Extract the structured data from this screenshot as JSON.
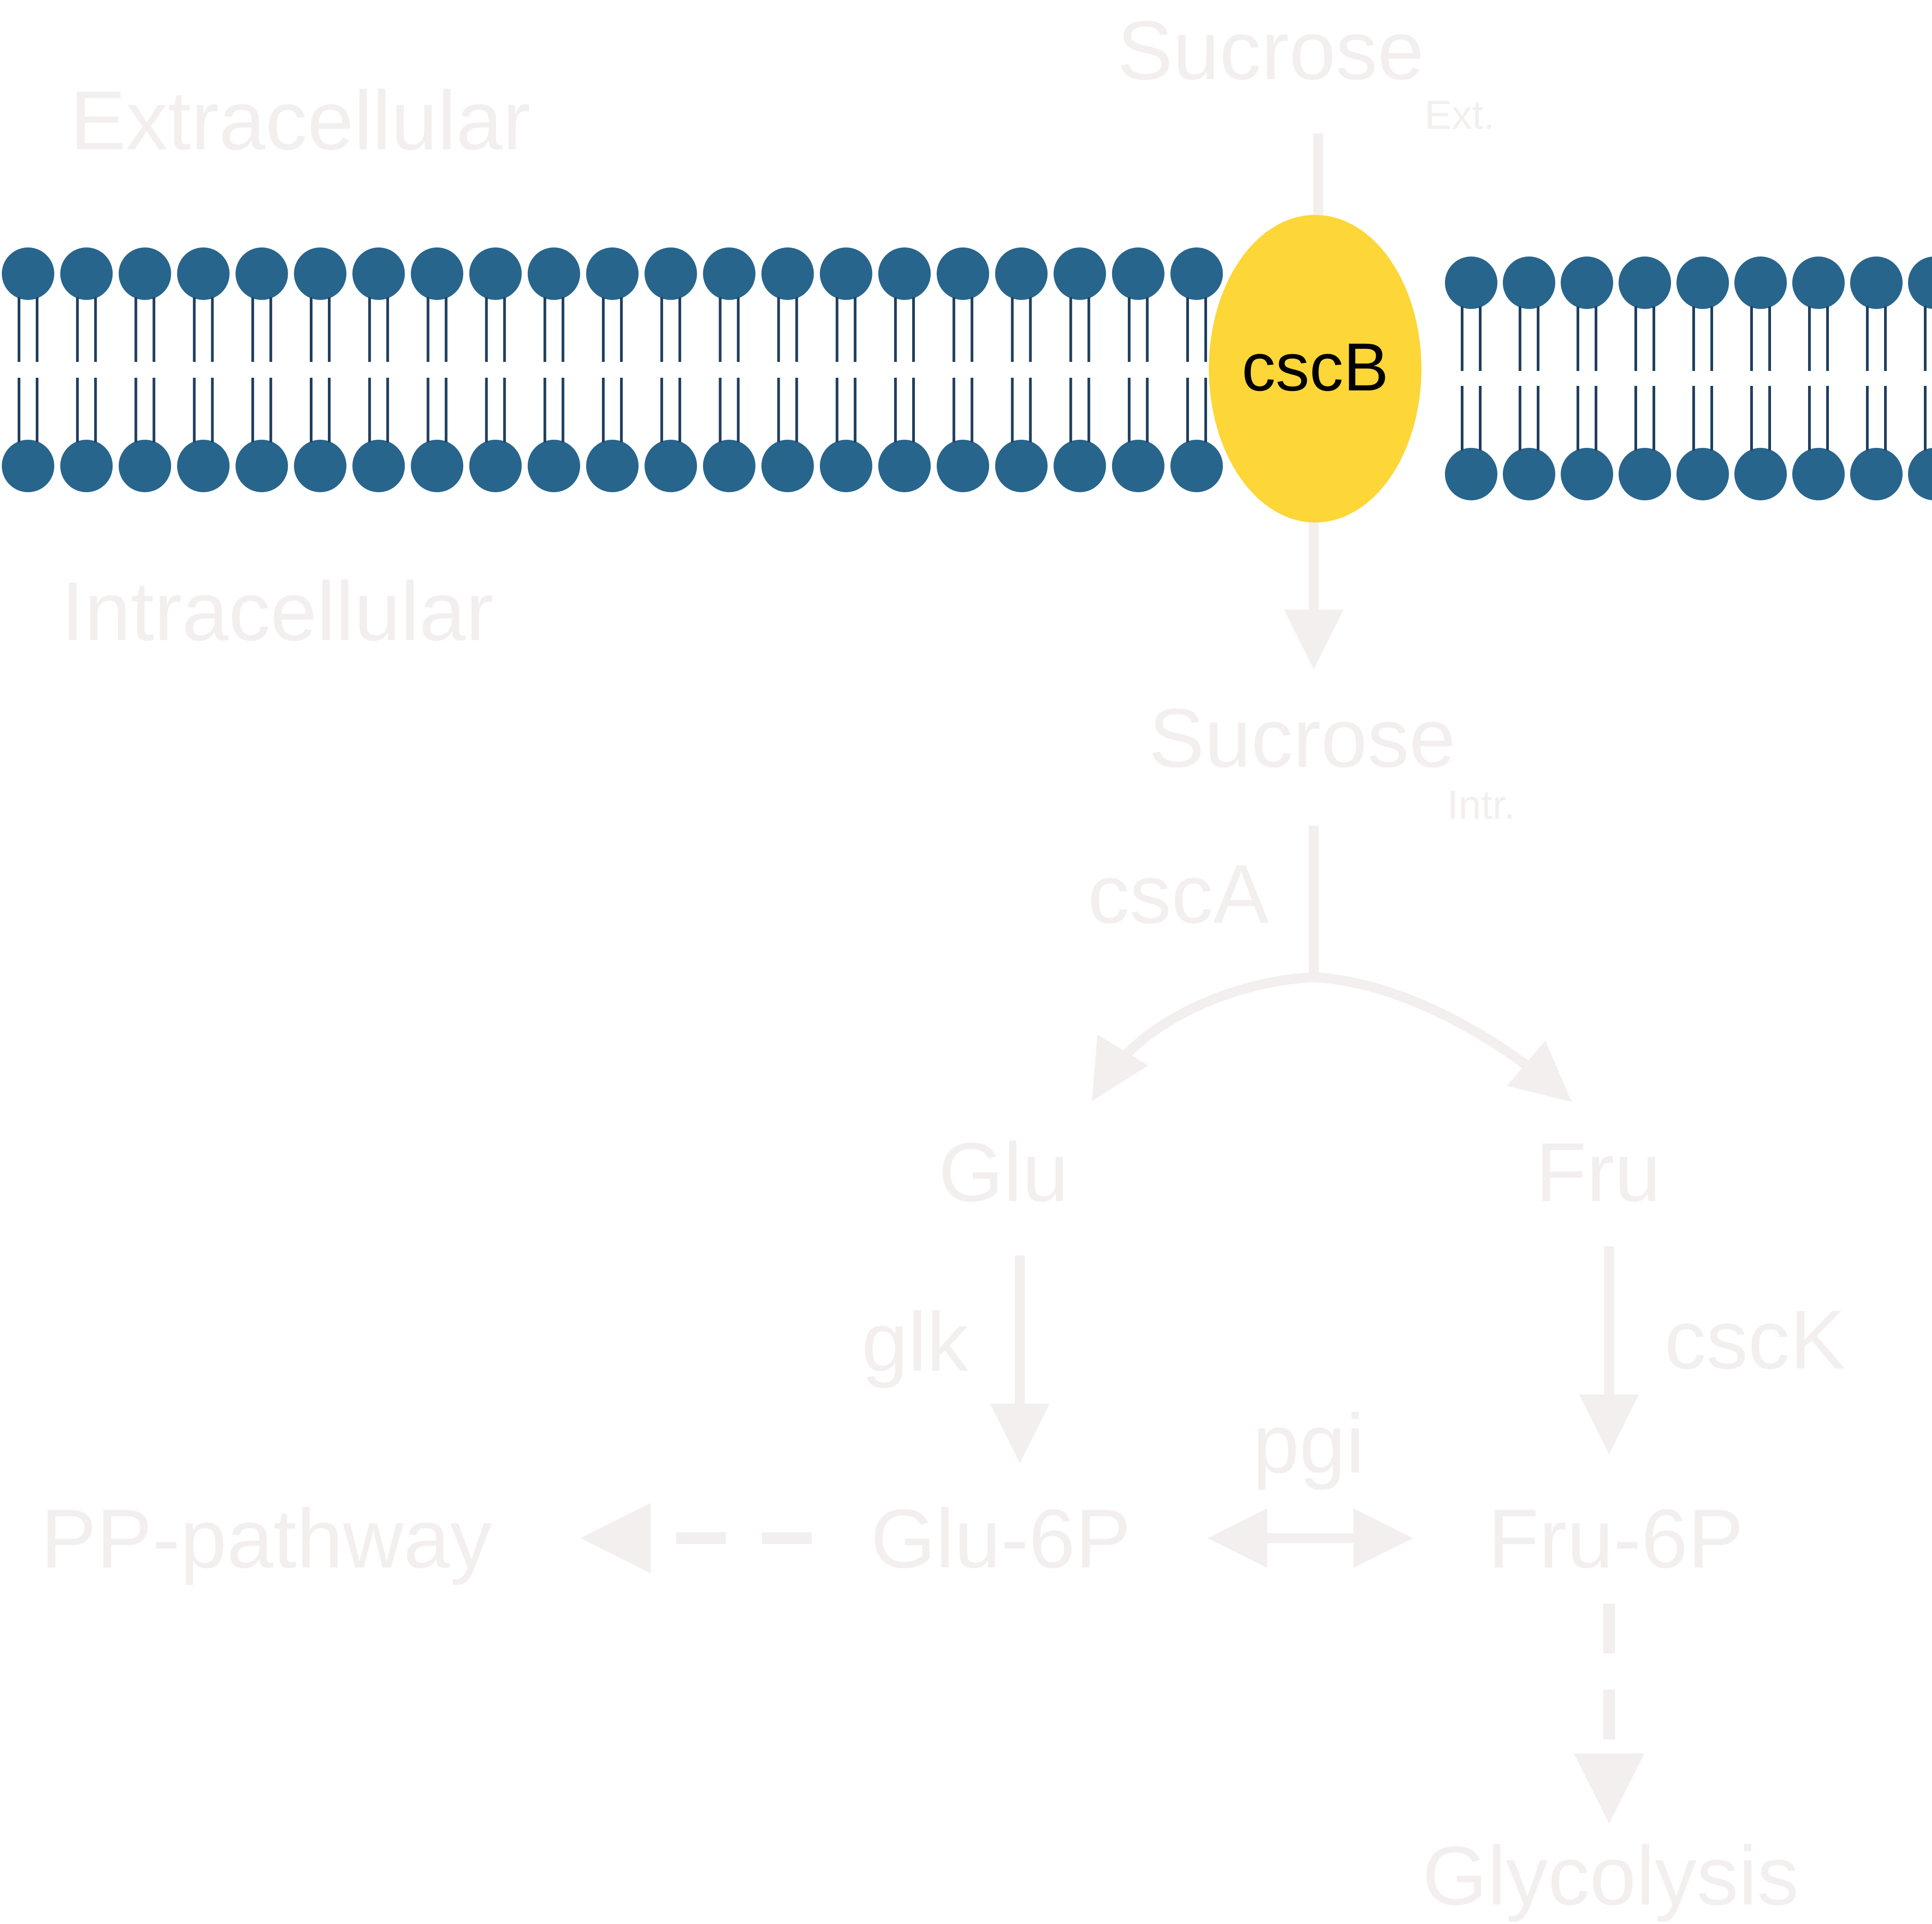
{
  "labels": {
    "extracellular": "Extracellular",
    "intracellular": "Intracellular"
  },
  "metabolites": {
    "sucrose_ext": "Sucrose",
    "sucrose_ext_sub": "Ext.",
    "sucrose_intr": "Sucrose",
    "sucrose_intr_sub": "Intr.",
    "glu": "Glu",
    "fru": "Fru",
    "glu6p": "Glu-6P",
    "fru6p": "Fru-6P",
    "pp_pathway": "PP-pathway",
    "glycolysis": "Glycolysis"
  },
  "enzymes": {
    "transporter": "cscB",
    "invertase": "cscA",
    "glucokinase": "glk",
    "fructokinase": "cscK",
    "isomerase": "pgi"
  },
  "colors": {
    "lipid_head": "#28658d",
    "lipid_tail": "#1f3f5e",
    "transporter": "#fdd637",
    "pathway": "#f3efef",
    "transporter_text": "#000000"
  }
}
